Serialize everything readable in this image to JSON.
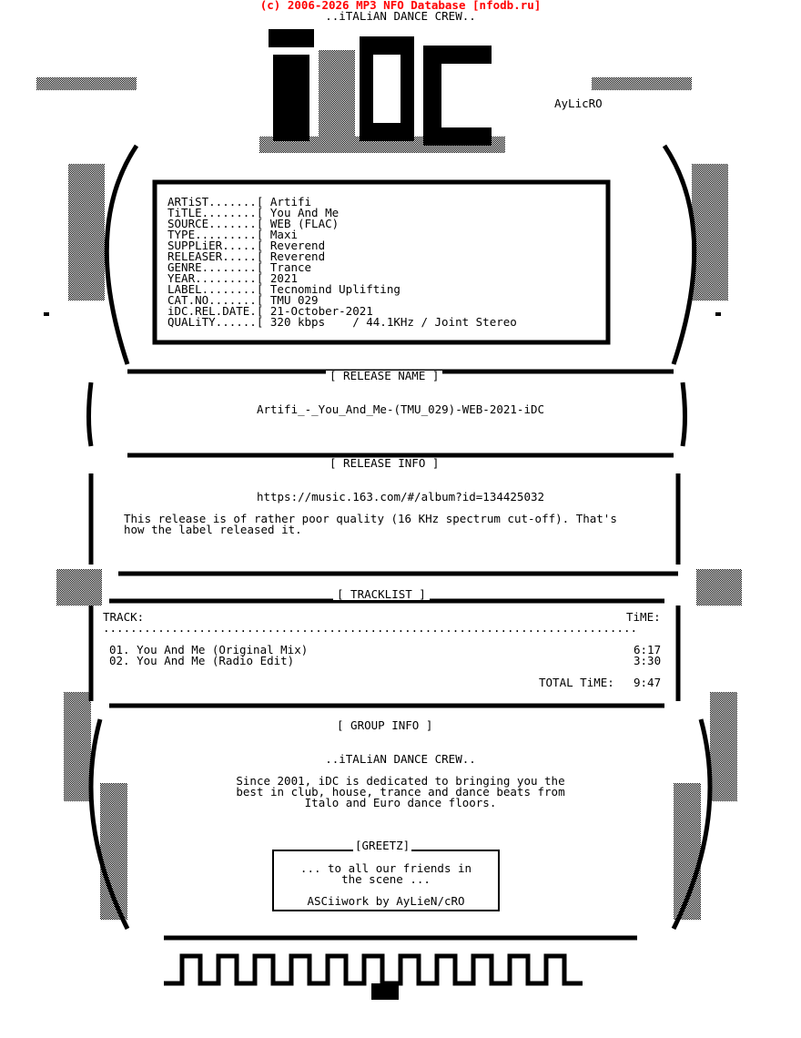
{
  "header": {
    "copyright": "(c) 2006-2026 MP3 NFO Database [nfodb.ru]",
    "group": "..iTALiAN DANCE CREW..",
    "logo_text": "iDC",
    "artist_tag": "AyLicRO"
  },
  "info": [
    {
      "label": "ARTiST.......[",
      "value": "Artifi"
    },
    {
      "label": "TiTLE........[",
      "value": "You And Me"
    },
    {
      "label": "SOURCE.......[",
      "value": "WEB (FLAC)"
    },
    {
      "label": "TYPE.........[",
      "value": "Maxi"
    },
    {
      "label": "SUPPLiER.....[",
      "value": "Reverend"
    },
    {
      "label": "RELEASER.....[",
      "value": "Reverend"
    },
    {
      "label": "GENRE........[",
      "value": "Trance"
    },
    {
      "label": "YEAR.........[",
      "value": "2021"
    },
    {
      "label": "LABEL........[",
      "value": "Tecnomind Uplifting"
    },
    {
      "label": "CAT.NO.......[",
      "value": "TMU 029"
    },
    {
      "label": "iDC.REL.DATE.[",
      "value": "21-October-2021"
    },
    {
      "label": "QUALiTY......[",
      "value": "320 kbps    / 44.1KHz / Joint Stereo"
    }
  ],
  "release_name": {
    "heading": "[ RELEASE NAME ]",
    "value": "Artifi_-_You_And_Me-(TMU_029)-WEB-2021-iDC"
  },
  "release_info": {
    "heading": "[ RELEASE INFO ]",
    "url": "https://music.163.com/#/album?id=134425032",
    "lines": [
      "This release is of rather poor quality (16 KHz spectrum cut-off). That's",
      "how the label released it."
    ]
  },
  "tracklist": {
    "heading": "[ TRACKLIST ]",
    "col_track": "TRACK:",
    "col_time": "TiME:",
    "separator": "..............................................................................",
    "tracks": [
      {
        "title": "01. You And Me (Original Mix)",
        "time": "6:17"
      },
      {
        "title": "02. You And Me (Radio Edit)",
        "time": "3:30"
      }
    ],
    "total_label": "TOTAL TiME:",
    "total": "9:47"
  },
  "group_info": {
    "heading": "[ GROUP INFO ]",
    "name": "..iTALiAN DANCE CREW..",
    "lines": [
      "Since 2001, iDC is dedicated to bringing you the",
      "best in club, house, trance and dance beats from",
      "Italo and Euro dance floors."
    ]
  },
  "greetz": {
    "heading": "[GREETZ]",
    "lines": [
      "... to all our friends in",
      "the scene ..."
    ],
    "credit": "ASCiiwork by AyLieN/cRO"
  },
  "colors": {
    "copyright": "#ff0000",
    "ink": "#000000"
  }
}
